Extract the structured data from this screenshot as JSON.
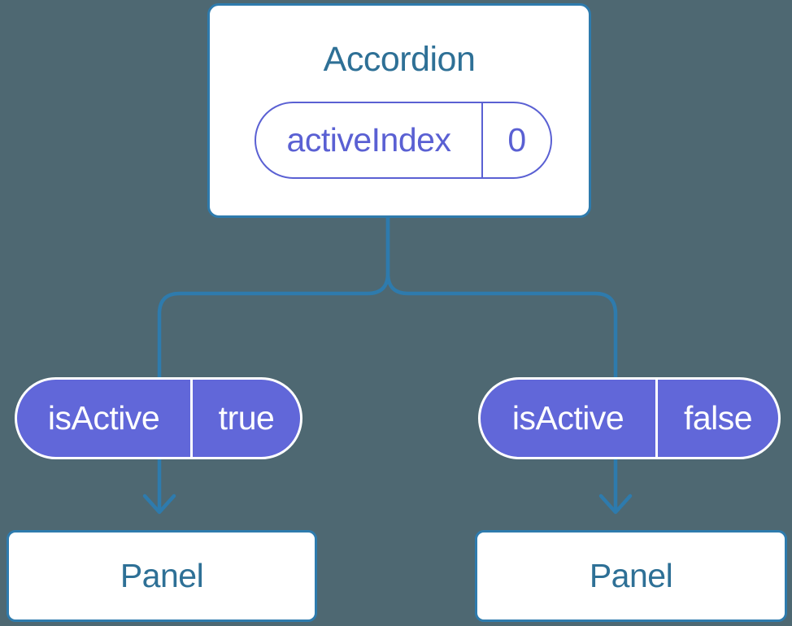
{
  "colors": {
    "background": "#4E6872",
    "line_blue": "#2E7BAD",
    "text_blue": "#2E7096",
    "pill_purple": "#6167D9",
    "pill_outline_purple": "#5A60D3",
    "white": "#FFFFFF"
  },
  "root": {
    "title": "Accordion",
    "prop": {
      "name": "activeIndex",
      "value": "0"
    }
  },
  "left_child": {
    "prop": {
      "name": "isActive",
      "value": "true"
    },
    "panel_label": "Panel"
  },
  "right_child": {
    "prop": {
      "name": "isActive",
      "value": "false"
    },
    "panel_label": "Panel"
  }
}
